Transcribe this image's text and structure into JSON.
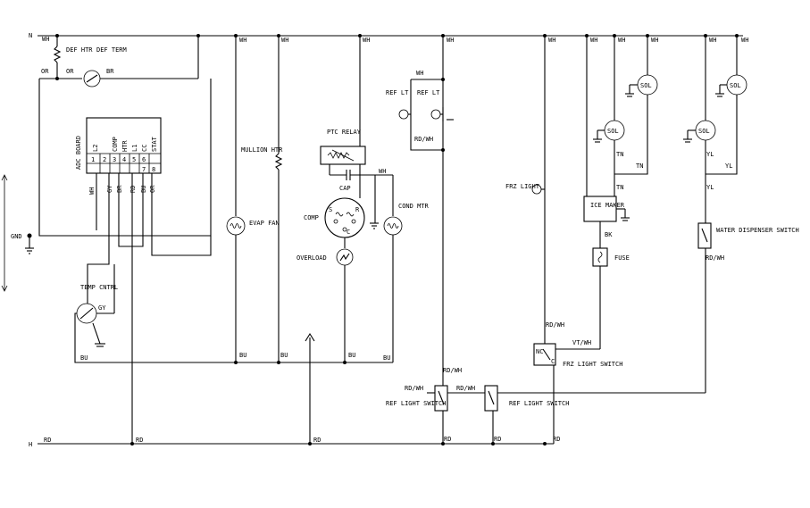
{
  "labels": {
    "n": "N",
    "h": "H",
    "gnd": "GND",
    "def_htr": "DEF HTR",
    "def_term": "DEF TERM",
    "adc_board": "ADC BOARD",
    "temp_cntrl": "TEMP CNTRL",
    "mullion_htr": "MULLION HTR",
    "evap_fan": "EVAP FAN",
    "ptc_relay": "PTC RELAY",
    "cap": "CAP",
    "comp": "COMP",
    "overload": "OVERLOAD",
    "cond_mtr": "COND MTR",
    "ref_lt_left": "REF LT",
    "ref_lt_right": "REF LT",
    "frz_light": "FRZ LIGHT",
    "ice_maker": "ICE MAKER",
    "fuse": "FUSE",
    "sol": "SOL",
    "water_dispenser_switch": "WATER DISPENSER SWITCH",
    "frz_light_switch": "FRZ LIGHT SWITCH",
    "ref_light_switch": "REF LIGHT SWITCH"
  },
  "adc_pins": {
    "names": [
      "L2",
      "COMP",
      "HTR",
      "L1",
      "CC",
      "STAT"
    ],
    "numbers": [
      "1",
      "2",
      "3",
      "4",
      "5",
      "6",
      "7",
      "8"
    ]
  },
  "wire_codes": {
    "wh": "WH",
    "or": "OR",
    "br": "BR",
    "gy": "GY",
    "rd": "RD",
    "bu": "BU",
    "rd_wh": "RD/WH",
    "tn": "TN",
    "yl": "YL",
    "bk": "BK",
    "vt_wh": "VT/WH",
    "nc": "NC",
    "c": "C",
    "s": "S",
    "r": "R"
  }
}
